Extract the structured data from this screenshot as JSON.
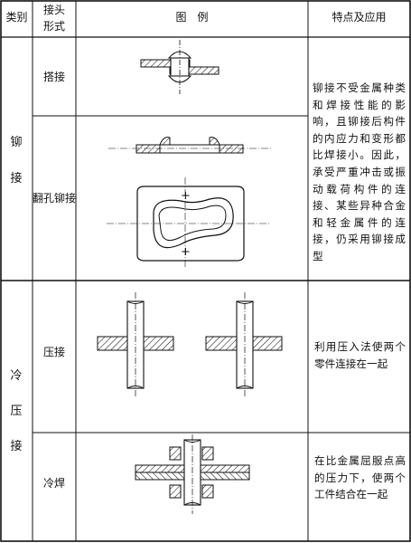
{
  "header": {
    "category": "类别",
    "joint_form": [
      "接头",
      "形式"
    ],
    "illustration": "图　例",
    "features": "特点及应用"
  },
  "groups": [
    {
      "category_chars": [
        "铆",
        "接"
      ],
      "rows": [
        {
          "form": "搭接"
        },
        {
          "form": "翻孔铆接"
        }
      ],
      "description": "铆接不受金属种类和焊接性能的影响，且铆接后构件的内应力和变形都比焊接小。因此，承受严重冲击或振动载荷构件的连接、某些异种合金和轻金属件的连接，仍采用铆接成型"
    },
    {
      "category_chars": [
        "冷",
        "压",
        "接"
      ],
      "rows": [
        {
          "form": "压接",
          "description": "利用压入法使两个零件连接在一起"
        },
        {
          "form": "冷焊",
          "description": "在比金属屈服点高的压力下，使两个工件结合在一起"
        }
      ]
    }
  ],
  "figure_marks": {
    "cross": "+"
  }
}
